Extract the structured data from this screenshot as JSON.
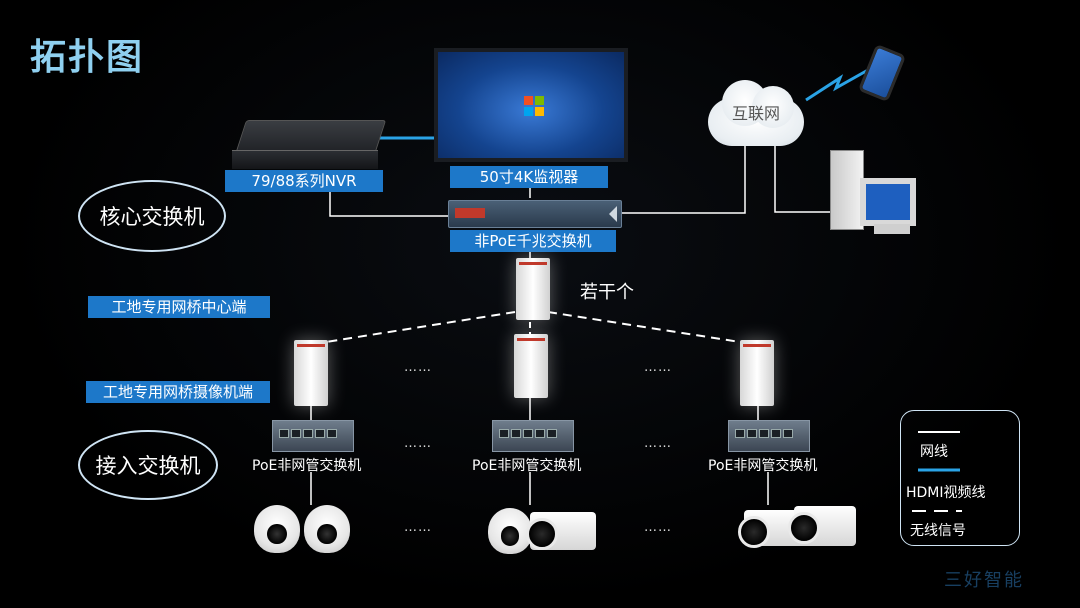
{
  "page": {
    "title": "拓扑图"
  },
  "labels": {
    "nvr": "79/88系列NVR",
    "monitor": "50寸4K监视器",
    "core_switch": "非PoE千兆交换机",
    "internet": "互联网",
    "core_layer": "核心交换机",
    "access_layer": "接入交换机",
    "bridge_center": "工地专用网桥中心端",
    "bridge_camera": "工地专用网桥摄像机端",
    "several": "若干个",
    "poe_switch_1": "PoE非网管交换机",
    "poe_switch_2": "PoE非网管交换机",
    "poe_switch_3": "PoE非网管交换机",
    "ellipsis": "……"
  },
  "legend": {
    "network_line": "网线",
    "hdmi_line": "HDMI视频线",
    "wireless": "无线信号"
  },
  "watermark": "三好智能",
  "colors": {
    "accent_blue": "#1d78c9",
    "title_color": "#8fd0f0",
    "hdmi_blue": "#2aa3e6",
    "line_white": "#ffffff"
  },
  "icons": [
    "nvr-icon",
    "monitor-icon",
    "switch-icon",
    "cloud-icon",
    "phone-icon",
    "computer-icon",
    "bridge-icon",
    "dome-camera-icon",
    "bullet-camera-icon"
  ]
}
